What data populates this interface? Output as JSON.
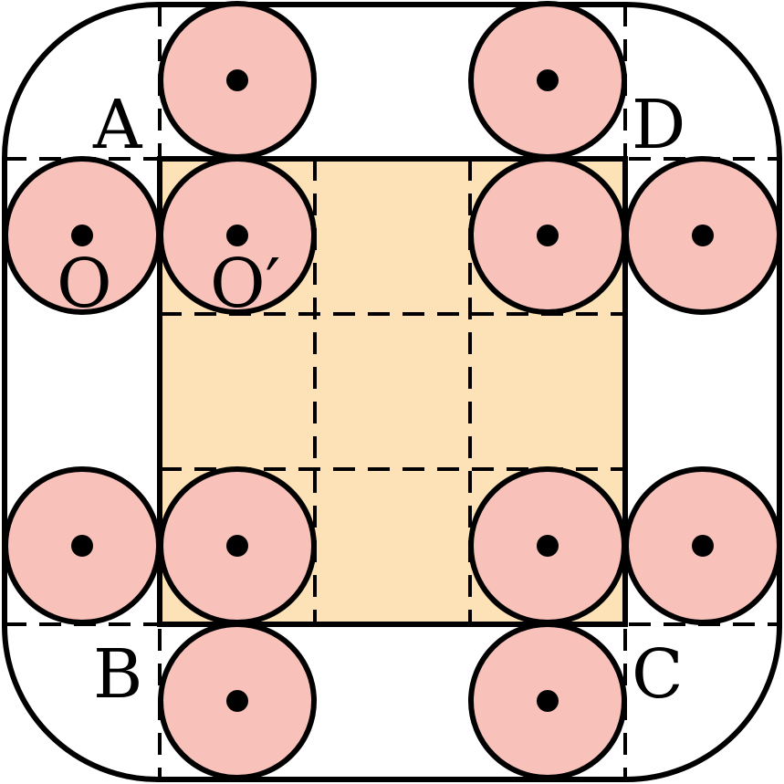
{
  "labels": {
    "A": "A",
    "B": "B",
    "C": "C",
    "D": "D",
    "O": "O",
    "O_prime": "O′"
  },
  "colors": {
    "square_fill": "#FDE2B8",
    "circle_fill": "#F8C1BA",
    "stroke": "#000000",
    "background": "#FFFFFF"
  }
}
